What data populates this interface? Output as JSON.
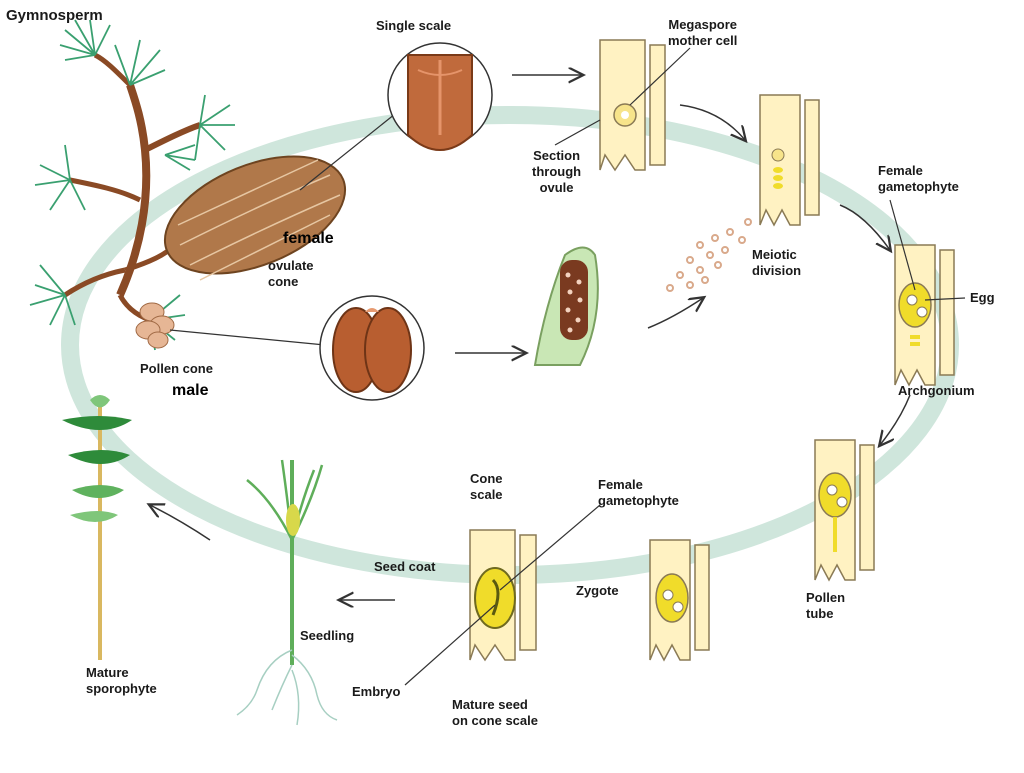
{
  "title": "Gymnosperm",
  "labels": {
    "single_scale": "Single scale",
    "megaspore_mother_cell": "Megaspore\nmother cell",
    "section_through_ovule": "Section\nthrough\novule",
    "female": "female",
    "ovulate_cone": "ovulate\ncone",
    "meiotic_division": "Meiotic\ndivision",
    "female_gametophyte_top": "Female\ngametophyte",
    "egg": "Egg",
    "archgonium": "Archgonium",
    "pollen_cone": "Pollen cone",
    "male": "male",
    "pollen_tube": "Pollen\ntube",
    "cone_scale": "Cone\nscale",
    "female_gametophyte_bottom": "Female\ngametophyte",
    "seed_coat": "Seed coat",
    "zygote": "Zygote",
    "seedling": "Seedling",
    "embryo": "Embryo",
    "mature_seed": "Mature seed\non cone scale",
    "mature_sporophyte": "Mature\nsporophyte"
  },
  "colors": {
    "cycle_ring": "#cfe6dc",
    "branch": "#8a4a25",
    "needle": "#3aa070",
    "cone": "#b0784a",
    "ovule_tissue": "#fff2c2",
    "gametophyte": "#f0dc2a",
    "outline": "#8a7a55",
    "pollen": "#d9a98b"
  }
}
